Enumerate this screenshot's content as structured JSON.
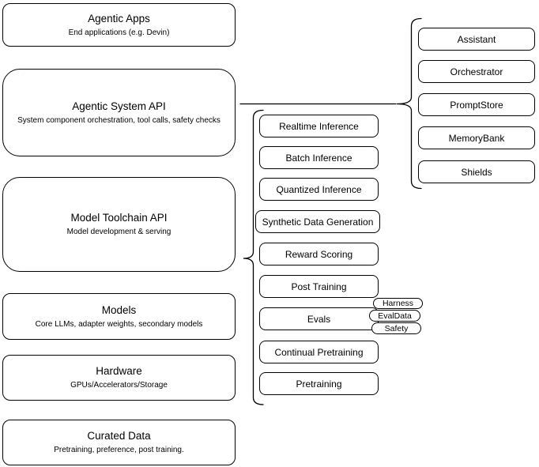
{
  "layers": [
    {
      "title": "Agentic Apps",
      "subtitle": "End applications (e.g. Devin)"
    },
    {
      "title": "Agentic System API",
      "subtitle": "System component orchestration, tool calls, safety checks"
    },
    {
      "title": "Model Toolchain API",
      "subtitle": "Model development & serving"
    },
    {
      "title": "Models",
      "subtitle": "Core LLMs, adapter weights, secondary models"
    },
    {
      "title": "Hardware",
      "subtitle": "GPUs/Accelerators/Storage"
    },
    {
      "title": "Curated Data",
      "subtitle": "Pretraining, preference, post training."
    }
  ],
  "toolchain": {
    "items": [
      "Realtime Inference",
      "Batch Inference",
      "Quantized Inference",
      "Synthetic Data Generation",
      "Reward Scoring",
      "Post Training",
      "Evals",
      "Continual Pretraining",
      "Pretraining"
    ]
  },
  "eval_tags": [
    "Harness",
    "EvalData",
    "Safety"
  ],
  "system": {
    "items": [
      "Assistant",
      "Orchestrator",
      "PromptStore",
      "MemoryBank",
      "Shields"
    ]
  },
  "colors": {
    "stroke": "#000000",
    "fill": "#ffffff",
    "background": "#ffffff"
  }
}
